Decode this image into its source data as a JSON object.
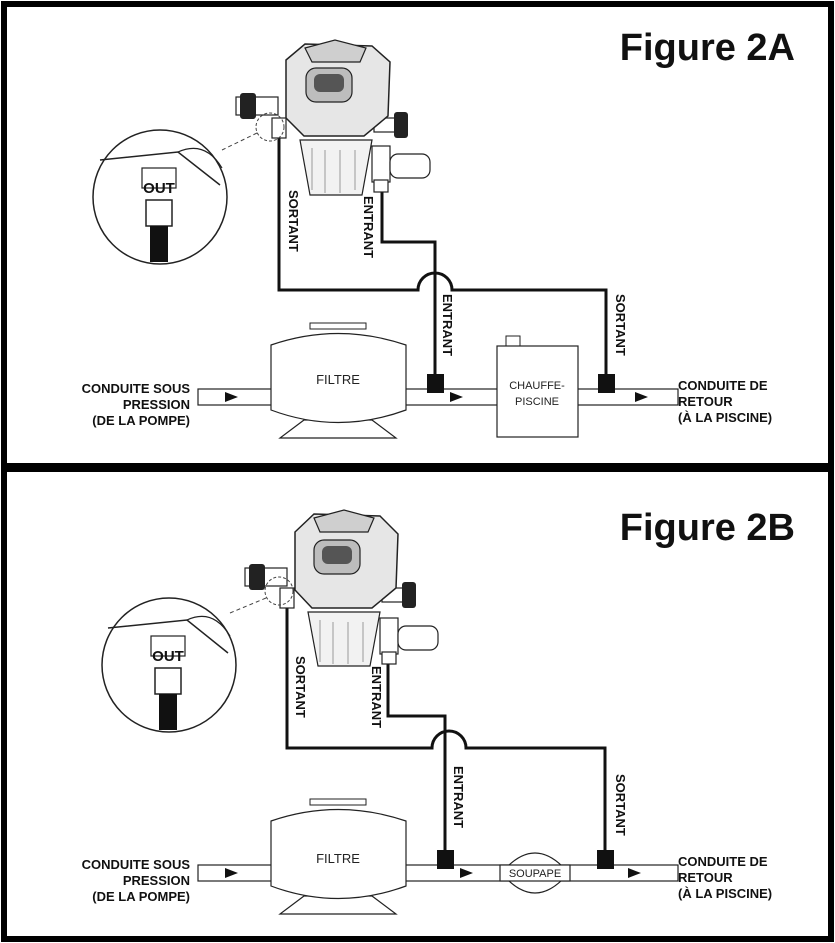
{
  "panels": [
    {
      "title": "Figure 2A",
      "left_label": [
        "CONDUITE SOUS",
        "PRESSION",
        "(DE LA POMPE)"
      ],
      "right_label": [
        "CONDUITE DE",
        "RETOUR",
        "(À LA PISCINE)"
      ],
      "filter_label": "FILTRE",
      "device_label": [
        "CHAUFFE-",
        "PISCINE"
      ],
      "device_type": "heater",
      "outlet_top": "SORTANT",
      "inlet_top": "ENTRANT",
      "inlet_bottom": "ENTRANT",
      "outlet_bottom": "SORTANT",
      "zoom_text": "OUT"
    },
    {
      "title": "Figure 2B",
      "left_label": [
        "CONDUITE SOUS",
        "PRESSION",
        "(DE LA POMPE)"
      ],
      "right_label": [
        "CONDUITE DE",
        "RETOUR",
        "(À LA PISCINE)"
      ],
      "filter_label": "FILTRE",
      "device_label": [
        "SOUPAPE"
      ],
      "device_type": "valve",
      "outlet_top": "SORTANT",
      "inlet_top": "ENTRANT",
      "inlet_bottom": "ENTRANT",
      "outlet_bottom": "SORTANT",
      "zoom_text": "OUT"
    }
  ]
}
